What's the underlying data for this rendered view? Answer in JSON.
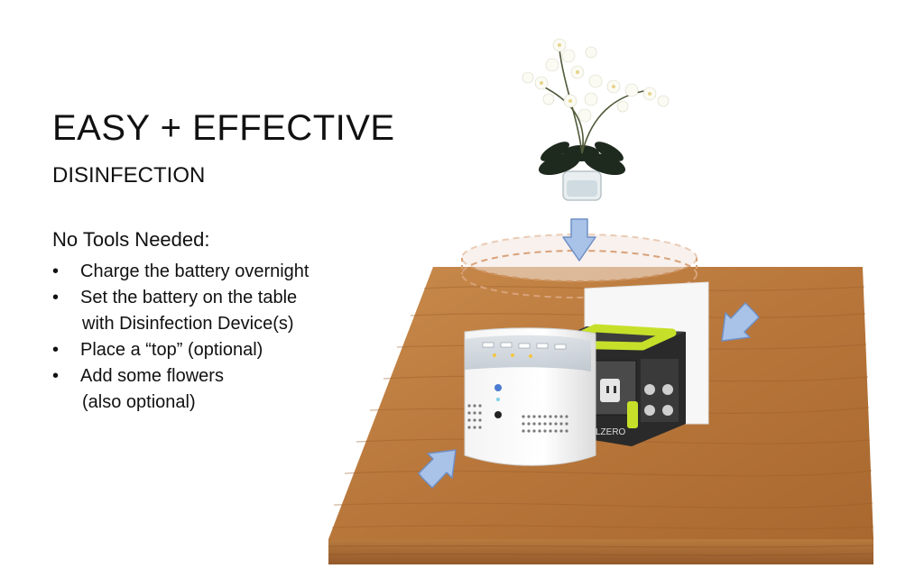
{
  "heading": {
    "title": "EASY + EFFECTIVE",
    "subtitle": "DISINFECTION"
  },
  "instructions": {
    "intro": "No Tools Needed:",
    "steps": [
      {
        "line1": "Charge the battery overnight",
        "line2": ""
      },
      {
        "line1": "Set the battery on the table",
        "line2": "with Disinfection Device(s)"
      },
      {
        "line1": "Place a “top” (optional)",
        "line2": ""
      },
      {
        "line1": "Add some flowers",
        "line2": "(also optional)"
      }
    ]
  },
  "illustration": {
    "battery_brand_text": "LZERO",
    "icons": [
      "orchid-flower-icon",
      "down-arrow-icon",
      "pointer-arrow-icon"
    ],
    "colors": {
      "table_wood": "#b8763a",
      "table_edge": "#9a5e28",
      "arrow_fill": "#a9c3e8",
      "arrow_stroke": "#6f8fc4",
      "dashed_ring": "#d9a27a",
      "battery_accent": "#c6e02a"
    }
  }
}
